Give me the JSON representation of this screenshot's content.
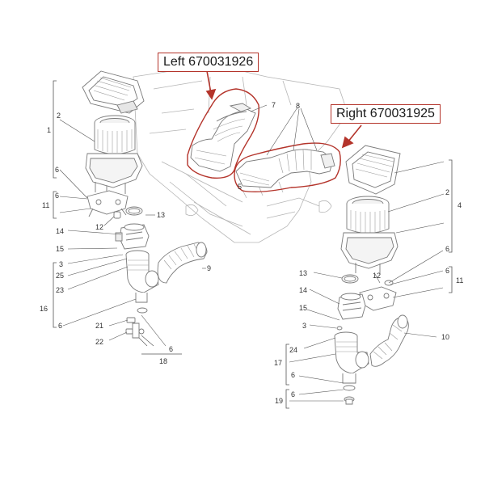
{
  "callouts": {
    "left": "Left 670031926",
    "right": "Right 670031925"
  },
  "colors": {
    "accent": "#b4342b",
    "line": "#7a7a7a",
    "label": "#333333"
  },
  "labels": {
    "left": [
      "1",
      "2",
      "6",
      "11",
      "6",
      "12",
      "13",
      "14",
      "15",
      "3",
      "25",
      "23",
      "16",
      "6",
      "21",
      "22",
      "6",
      "18",
      "9"
    ],
    "center": [
      "7",
      "8",
      "5"
    ],
    "right": [
      "2",
      "4",
      "6",
      "13",
      "12",
      "6",
      "11",
      "14",
      "15",
      "3",
      "24",
      "17",
      "6",
      "6",
      "19",
      "10"
    ]
  }
}
